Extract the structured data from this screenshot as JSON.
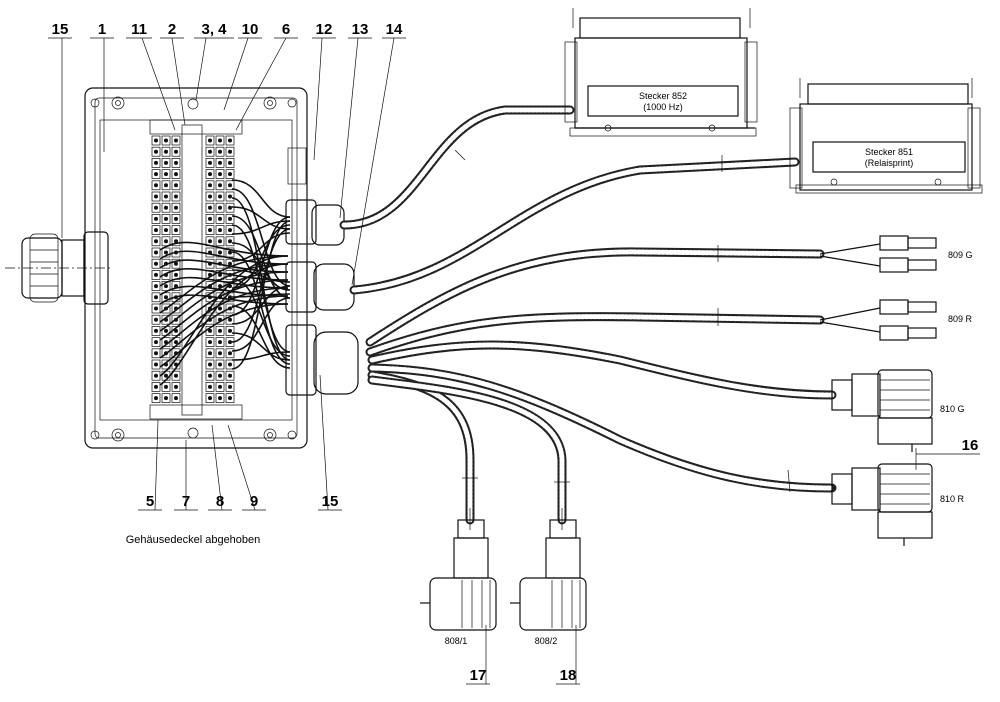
{
  "caption": "Gehäusedeckel abgehoben",
  "callouts": {
    "c1": "1",
    "c2": "2",
    "c34": "3, 4",
    "c5": "5",
    "c6": "6",
    "c7": "7",
    "c8": "8",
    "c9": "9",
    "c10": "10",
    "c11": "11",
    "c12": "12",
    "c13": "13",
    "c14": "14",
    "c15a": "15",
    "c15b": "15",
    "c16": "16",
    "c17": "17",
    "c18": "18"
  },
  "connectors": {
    "stecker852_name": "Stecker 852",
    "stecker852_sub": "(1000 Hz)",
    "stecker851_name": "Stecker 851",
    "stecker851_sub": "(Relaisprint)",
    "c809g": "809 G",
    "c809r": "809 R",
    "c810g": "810 G",
    "c810r": "810 R",
    "c808_1": "808/1",
    "c808_2": "808/2"
  }
}
